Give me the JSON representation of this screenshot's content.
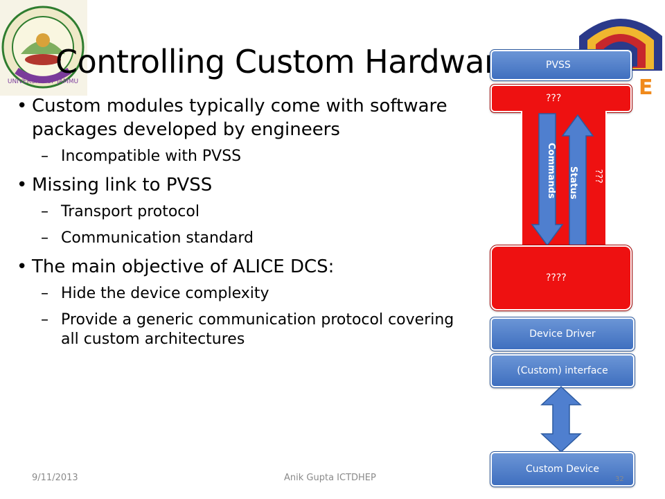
{
  "slide": {
    "title": "Controlling Custom Hardware",
    "bullets": [
      {
        "text": "Custom modules typically come with software packages developed by engineers",
        "sub": [
          "Incompatible with PVSS"
        ]
      },
      {
        "text": "Missing link to PVSS",
        "sub": [
          "Transport protocol",
          "Communication standard"
        ]
      },
      {
        "text": "The main objective of ALICE DCS:",
        "sub": [
          "Hide the device complexity",
          "Provide a generic communication protocol covering all custom architectures"
        ]
      }
    ]
  },
  "logos": {
    "left_text": "UNIVERSITY OF JAMMU",
    "right_text": "E"
  },
  "diagram": {
    "pvss": "PVSS",
    "top_red": "???",
    "commands": "Commands",
    "status": "Status",
    "side_red": "???",
    "middle_red": "????",
    "device_driver": "Device Driver",
    "custom_interface": "(Custom) interface",
    "custom_device": "Custom Device"
  },
  "footer": {
    "date": "9/11/2013",
    "author": "Anik Gupta  ICTDHEP",
    "page": "32"
  },
  "colors": {
    "blue": "#4f7fcf",
    "red": "#ee1111"
  }
}
